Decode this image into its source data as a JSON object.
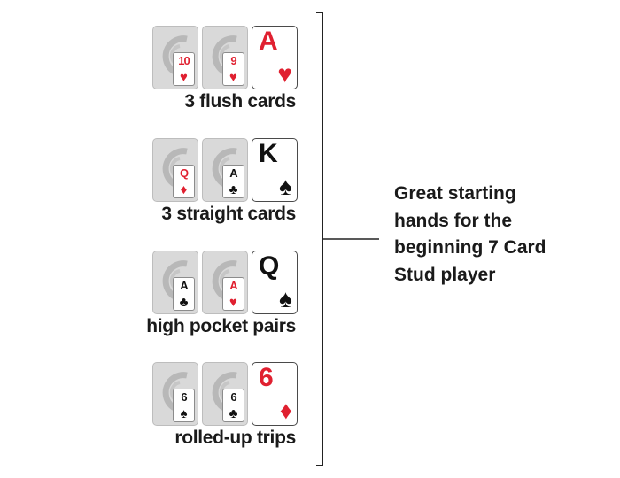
{
  "colors": {
    "red_suit": "#e02030",
    "black_suit": "#111111",
    "card_back": "#d9d9d9"
  },
  "hands": [
    {
      "label": "3 flush cards",
      "hole_cards": [
        {
          "rank": "10",
          "suit": "♥",
          "color": "red"
        },
        {
          "rank": "9",
          "suit": "♥",
          "color": "red"
        }
      ],
      "up_card": {
        "rank": "A",
        "suit": "♥",
        "color": "red"
      }
    },
    {
      "label": "3 straight cards",
      "hole_cards": [
        {
          "rank": "Q",
          "suit": "♦",
          "color": "red"
        },
        {
          "rank": "A",
          "suit": "♣",
          "color": "black"
        }
      ],
      "up_card": {
        "rank": "K",
        "suit": "♠",
        "color": "black"
      }
    },
    {
      "label": "high pocket pairs",
      "hole_cards": [
        {
          "rank": "A",
          "suit": "♣",
          "color": "black"
        },
        {
          "rank": "A",
          "suit": "♥",
          "color": "red"
        }
      ],
      "up_card": {
        "rank": "Q",
        "suit": "♠",
        "color": "black"
      }
    },
    {
      "label": "rolled-up trips",
      "hole_cards": [
        {
          "rank": "6",
          "suit": "♠",
          "color": "black"
        },
        {
          "rank": "6",
          "suit": "♣",
          "color": "black"
        }
      ],
      "up_card": {
        "rank": "6",
        "suit": "♦",
        "color": "red"
      }
    }
  ],
  "caption": {
    "lines": [
      "Great starting",
      "hands for the",
      "beginning 7 Card",
      "Stud player"
    ]
  }
}
